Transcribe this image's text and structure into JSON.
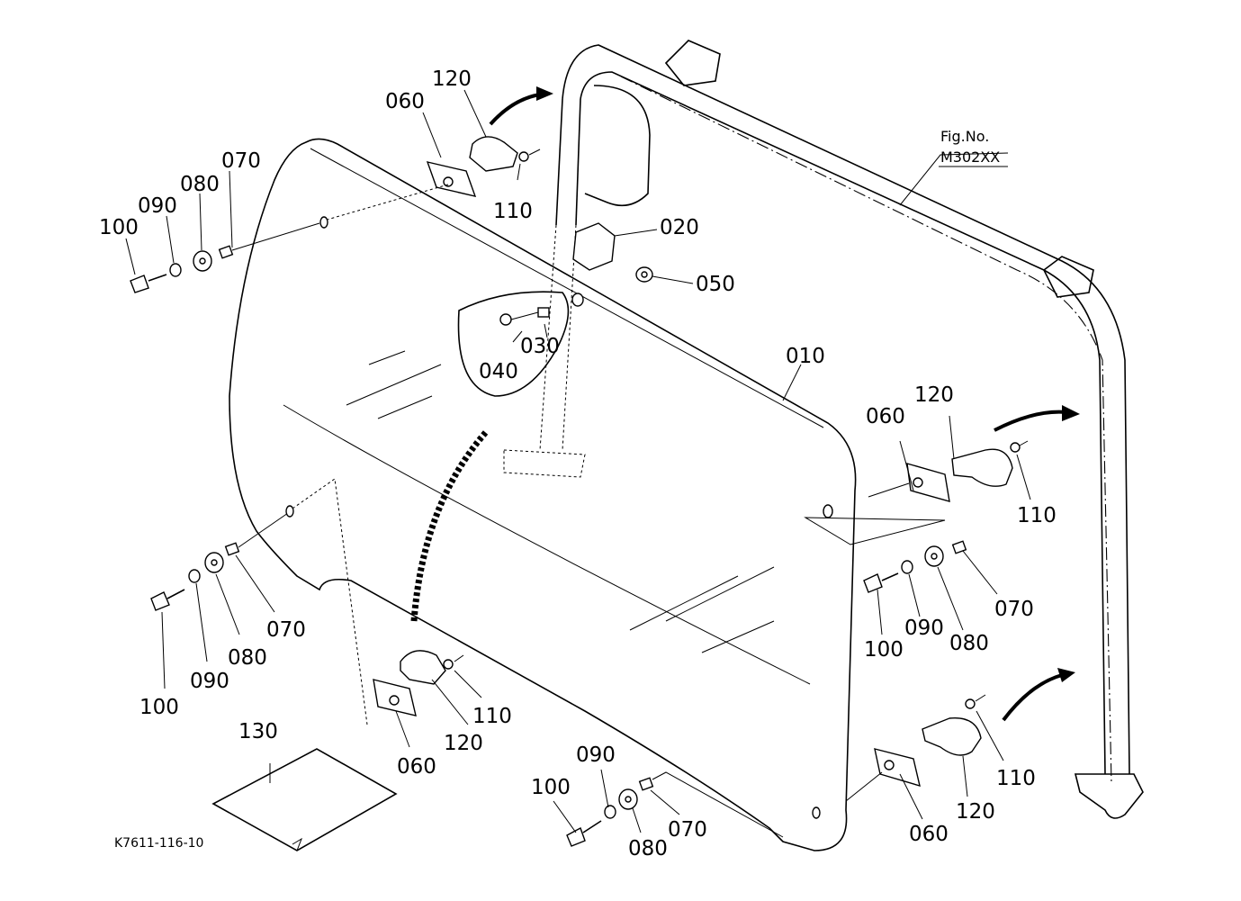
{
  "figure": {
    "fig_label": "Fig.No.",
    "fig_number": "M302XX",
    "drawing_code": "K7611-116-10"
  },
  "callouts": {
    "p010": "010",
    "p020": "020",
    "p030": "030",
    "p040": "040",
    "p050": "050",
    "p060": "060",
    "p070": "070",
    "p080": "080",
    "p090": "090",
    "p100": "100",
    "p110": "110",
    "p120": "120",
    "p130": "130"
  }
}
